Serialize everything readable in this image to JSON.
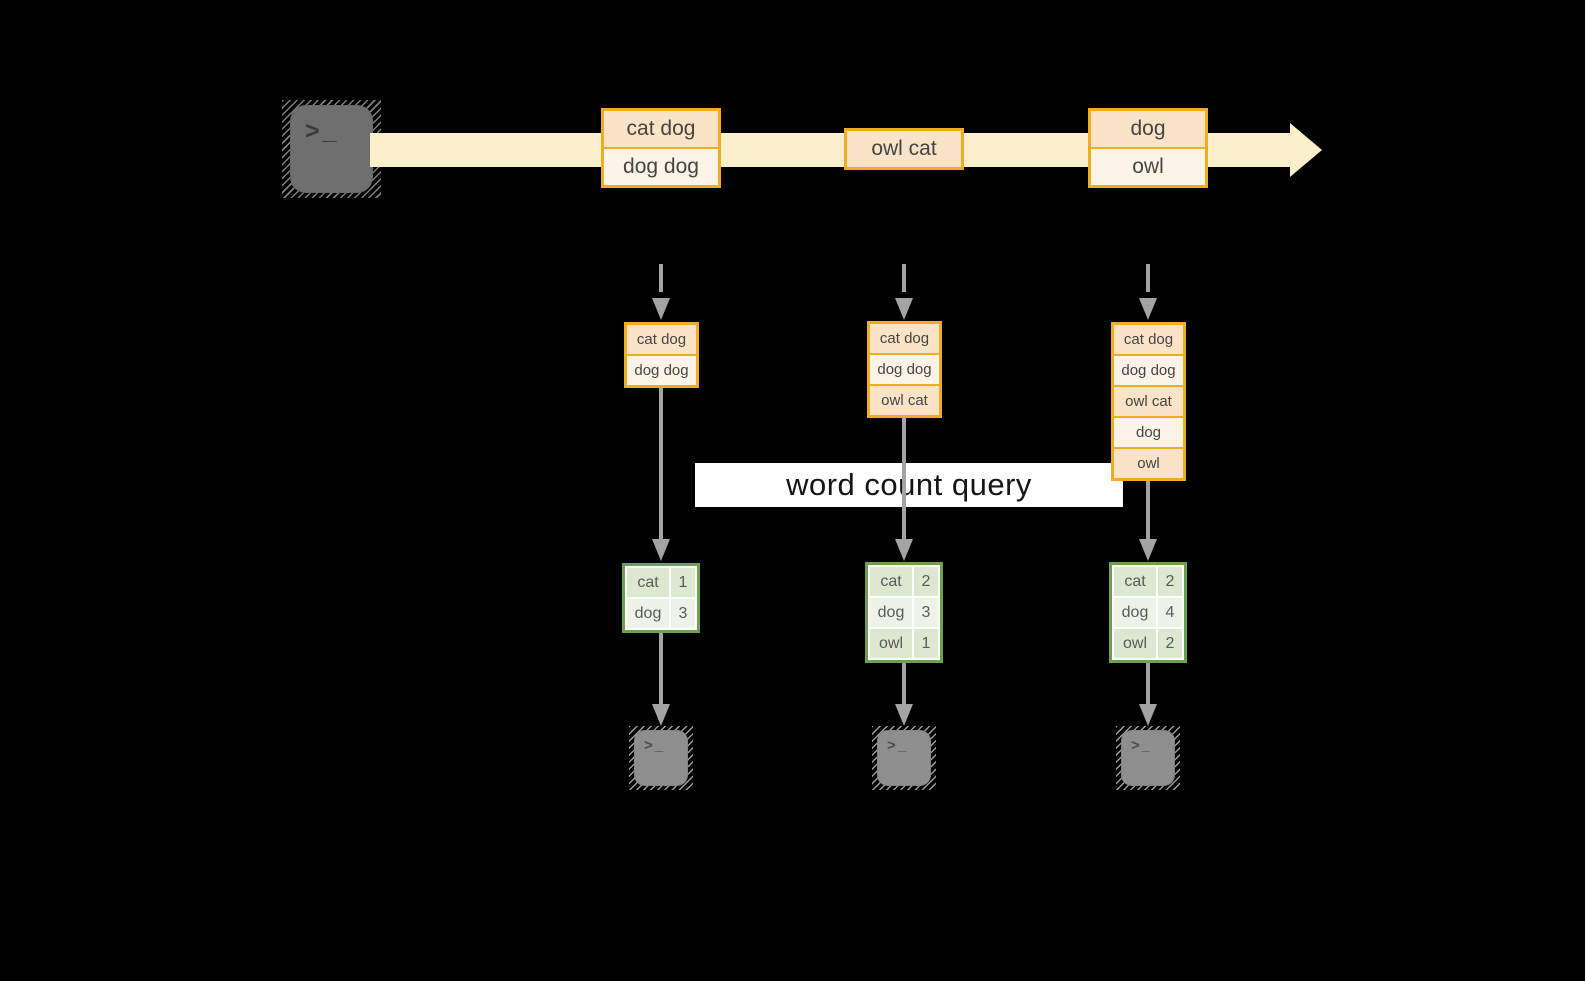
{
  "diagram": {
    "title": "word count query",
    "stream_batches": [
      {
        "rows": [
          "cat dog",
          "dog dog"
        ]
      },
      {
        "rows": [
          "owl cat"
        ]
      },
      {
        "rows": [
          "dog",
          "owl"
        ]
      }
    ],
    "buffers": [
      {
        "rows": [
          "cat dog",
          "dog dog"
        ]
      },
      {
        "rows": [
          "cat dog",
          "dog dog",
          "owl cat"
        ]
      },
      {
        "rows": [
          "cat dog",
          "dog dog",
          "owl cat",
          "dog",
          "owl"
        ]
      }
    ],
    "count_tables": [
      {
        "rows": [
          {
            "word": "cat",
            "count": "1"
          },
          {
            "word": "dog",
            "count": "3"
          }
        ]
      },
      {
        "rows": [
          {
            "word": "cat",
            "count": "2"
          },
          {
            "word": "dog",
            "count": "3"
          },
          {
            "word": "owl",
            "count": "1"
          }
        ]
      },
      {
        "rows": [
          {
            "word": "cat",
            "count": "2"
          },
          {
            "word": "dog",
            "count": "4"
          },
          {
            "word": "owl",
            "count": "2"
          }
        ]
      }
    ],
    "terminal_prompt": ">_"
  },
  "colors": {
    "background": "#000000",
    "stream_band": "#fcf0cc",
    "box_border": "#eeae21",
    "box_fill_dark": "#fae3c6",
    "box_fill_light": "#fdf3e6",
    "table_border": "#6da14e",
    "table_cell_dark": "#dde8d1",
    "table_cell_light": "#eef3e8",
    "arrow_gray": "#a3a3a3",
    "banner_bg": "#ffffff"
  }
}
